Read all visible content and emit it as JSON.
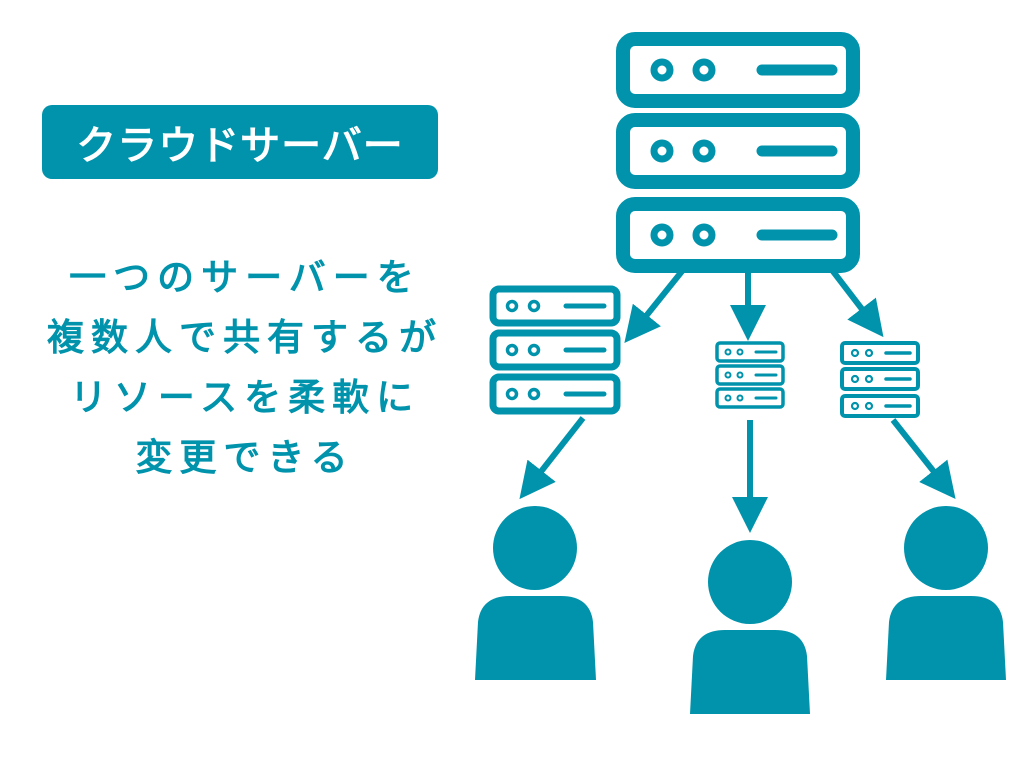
{
  "colors": {
    "accent": "#0093ab",
    "background": "#ffffff",
    "badge_text": "#ffffff"
  },
  "title": {
    "label": "クラウドサーバー"
  },
  "description": {
    "lines": [
      "一つのサーバーを",
      "複数人で共有するが",
      "リソースを柔軟に",
      "変更できる"
    ]
  },
  "diagram": {
    "main_server_icon": "server-rack-icon",
    "sub_server_icon": "server-rack-icon",
    "user_icon": "person-icon",
    "sub_servers": 3,
    "users": 3
  }
}
